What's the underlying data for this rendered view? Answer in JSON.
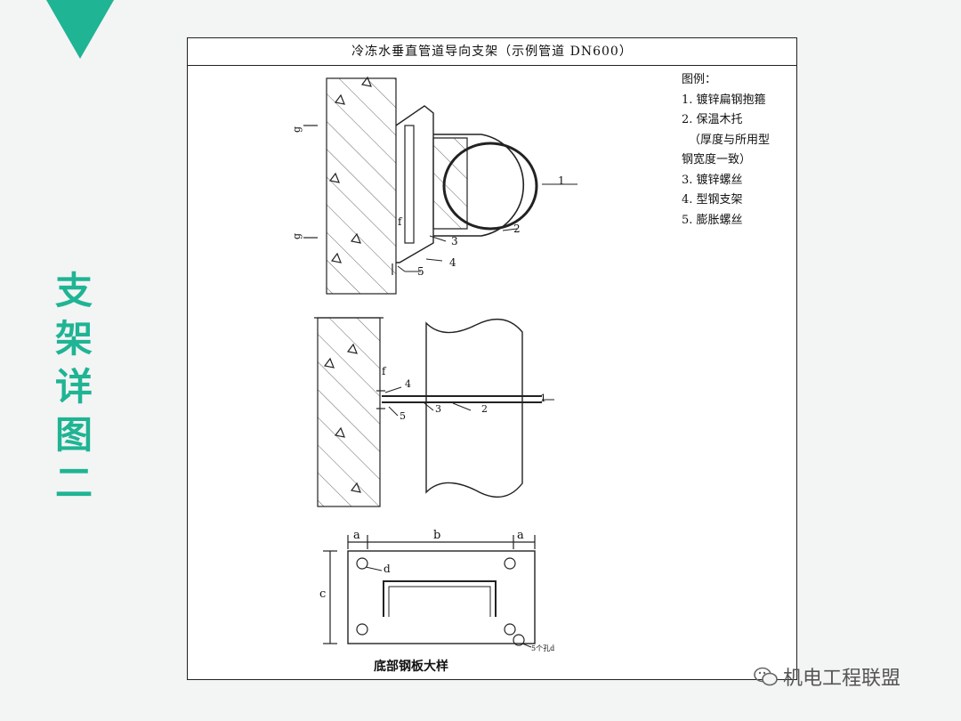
{
  "side_title": [
    "支",
    "架",
    "详",
    "图",
    "二"
  ],
  "sheet_title": "冷冻水垂直管道导向支架（示例管道 DN600）",
  "legend": {
    "heading": "图例：",
    "items": [
      "1. 镀锌扁钢抱箍",
      "2. 保温木托",
      "（厚度与所用型",
      "钢宽度一致）",
      "3. 镀锌螺丝",
      "4. 型钢支架",
      "5. 膨胀螺丝"
    ]
  },
  "callouts": {
    "n1": "1",
    "n2": "2",
    "n3": "3",
    "n4": "4",
    "n5": "5",
    "f": "f",
    "g": "g",
    "a": "a",
    "b": "b",
    "c": "c",
    "d": "d",
    "hole": "5个孔d"
  },
  "plate_caption": "底部钢板大样",
  "watermark": "机电工程联盟",
  "colors": {
    "accent": "#1fb494",
    "line": "#222222"
  }
}
